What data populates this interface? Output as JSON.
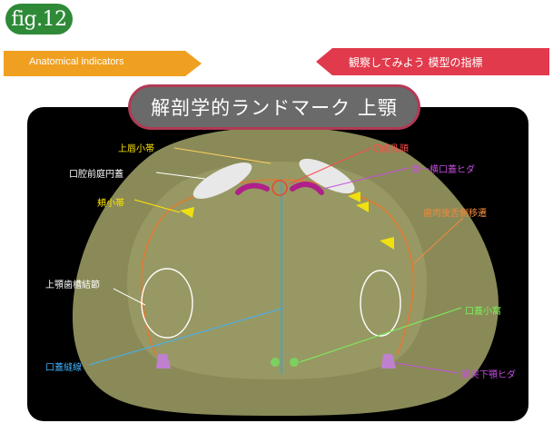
{
  "figure_badge": "fig.12",
  "banner_left": "Anatomical indicators",
  "banner_right": "観察してみよう 模型の指標",
  "title": "解剖学的ランドマーク 上顎",
  "labels": {
    "upper_lip_frenum": "上唇小帯",
    "incisive_papilla": "切歯乳頭",
    "palatal_ellipse": "口腔前庭円蓋",
    "first_rugae": "第一横口蓋ヒダ",
    "buccal_frenum": "頬小帯",
    "lingual_edge": "歯肉後舌側移遷",
    "tuberosity": "上顎歯槽結節",
    "palatal_fovea": "口蓋小窩",
    "midline": "口蓋縫線",
    "pterygomandibular": "翼突下顎ヒダ"
  },
  "colors": {
    "badge": "#2f8a38",
    "banner_left": "#f0a020",
    "banner_right": "#e03a4c",
    "panel": "#000000",
    "cast": "#8a8a58"
  }
}
